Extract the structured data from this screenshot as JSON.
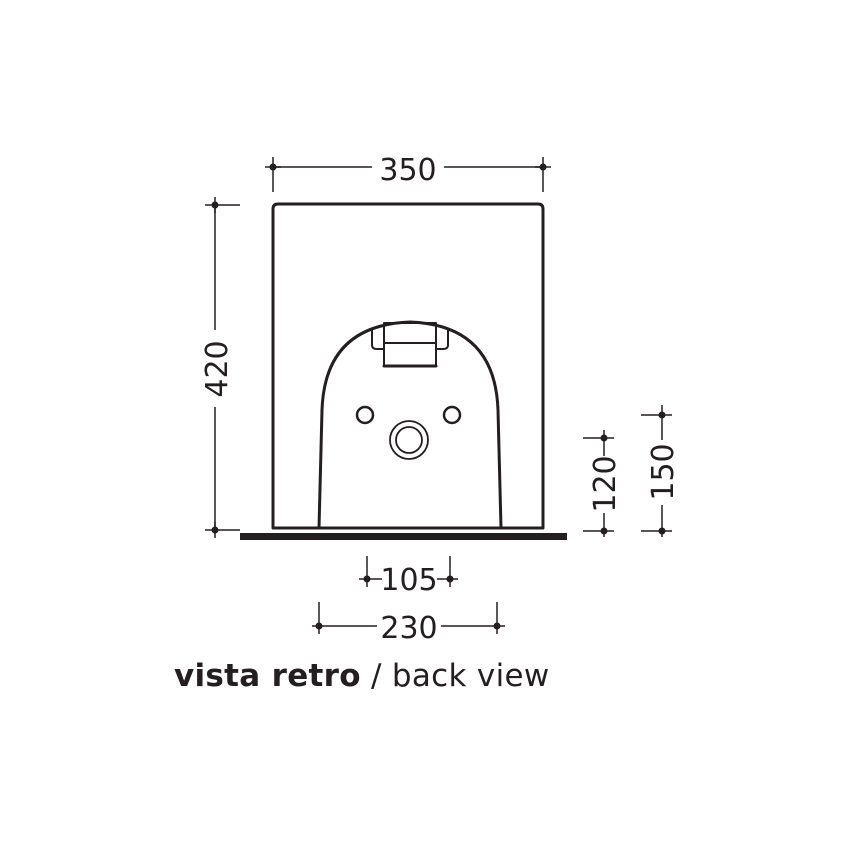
{
  "diagram": {
    "view_label_it": "vista retro",
    "view_separator": "/",
    "view_label_en": "back view",
    "dimensions": {
      "overall_width": "350",
      "overall_height": "420",
      "outlet_center_height": "120",
      "outlet_top_height": "150",
      "fixing_holes_spacing": "105",
      "base_width": "230"
    },
    "colors": {
      "line": "#231f20",
      "background": "#ffffff"
    }
  }
}
